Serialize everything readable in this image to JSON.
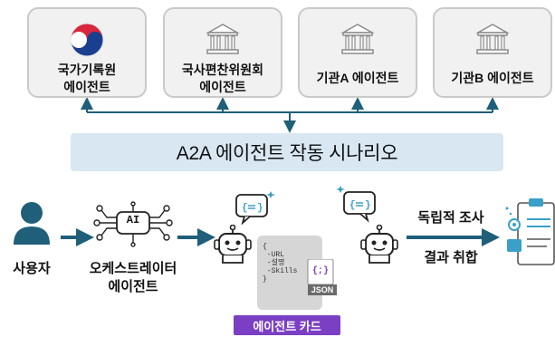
{
  "agents": [
    {
      "label_line1": "국가기록원",
      "label_line2": "에이전트",
      "icon": "government-emblem-icon"
    },
    {
      "label_line1": "국사편찬위원회",
      "label_line2": "에이전트",
      "icon": "institution-building-icon"
    },
    {
      "label_line1": "기관A 에이전트",
      "label_line2": "",
      "icon": "institution-building-icon"
    },
    {
      "label_line1": "기관B 에이전트",
      "label_line2": "",
      "icon": "institution-building-icon"
    }
  ],
  "scenario_title": "A2A 에이전트 작동 시나리오",
  "flow": {
    "user_label": "사용자",
    "orchestrator_label_line1": "오케스트레이터",
    "orchestrator_label_line2": "에이전트",
    "ai_chip_text": "AI",
    "step1": "독립적 조사",
    "step2": "결과 취합"
  },
  "agent_card": {
    "badge_label": "에이전트 카드",
    "code_text": "{\n -URL\n -설명\n -Skills\n}",
    "json_badge": "JSON",
    "json_icon_text": "{;}"
  },
  "colors": {
    "arrow": "#1f5f7a",
    "scenario_bar": "#d8e7f2",
    "badge": "#7b3fc4",
    "user_icon": "#1f5f7a"
  }
}
